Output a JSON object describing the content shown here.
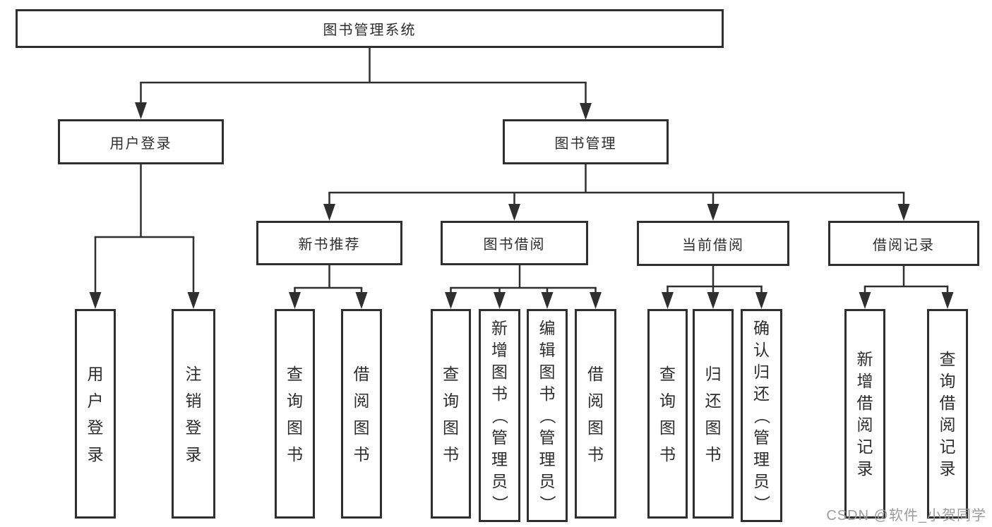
{
  "diagram": {
    "title": "图书管理系统",
    "type": "hierarchy-tree",
    "colors": {
      "line": "#2f2f2f",
      "box_border": "#2f2f2f",
      "text": "#2d2d2d",
      "background": "#ffffff",
      "watermark": "#9b9b9b"
    },
    "nodes": {
      "root": {
        "label": "图书管理系统"
      },
      "level2": {
        "user_login": {
          "label": "用户登录"
        },
        "book_mgmt": {
          "label": "图书管理"
        }
      },
      "level3": {
        "new_books": {
          "label": "新书推荐"
        },
        "book_borrow": {
          "label": "图书借阅"
        },
        "current_borrow": {
          "label": "当前借阅"
        },
        "borrow_records": {
          "label": "借阅记录"
        }
      },
      "leaves": {
        "login": "用户登录",
        "logout": "注销登录",
        "nb_query": "查询图书",
        "nb_borrow": "借阅图书",
        "bb_query": "查询图书",
        "bb_add": "新增图书（管理员）",
        "bb_edit": "编辑图书（管理员）",
        "bb_borrow": "借阅图书",
        "cb_query": "查询图书",
        "cb_return": "归还图书",
        "cb_confirm": "确认归还（管理员）",
        "br_add": "新增借阅记录",
        "br_query": "查询借阅记录"
      }
    },
    "edges": [
      "图书管理系统→用户登录",
      "图书管理系统→图书管理",
      "用户登录→用户登录",
      "用户登录→注销登录",
      "图书管理→新书推荐",
      "图书管理→图书借阅",
      "图书管理→当前借阅",
      "图书管理→借阅记录",
      "新书推荐→查询图书",
      "新书推荐→借阅图书",
      "图书借阅→查询图书",
      "图书借阅→新增图书（管理员）",
      "图书借阅→编辑图书（管理员）",
      "图书借阅→借阅图书",
      "当前借阅→查询图书",
      "当前借阅→归还图书",
      "当前借阅→确认归还（管理员）",
      "借阅记录→新增借阅记录",
      "借阅记录→查询借阅记录"
    ]
  },
  "watermark": {
    "text": "CSDN @软件_小贺同学"
  }
}
